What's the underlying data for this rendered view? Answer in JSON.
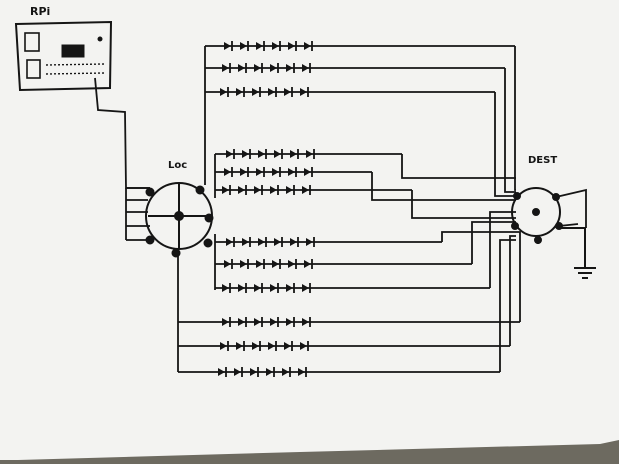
{
  "labels": {
    "rpi": "RPi",
    "loc": "Loc",
    "dest": "DEST"
  },
  "diode_rows": {
    "top_group": 3,
    "upper_middle_group": 3,
    "lower_middle_group": 3,
    "bottom_group": 3,
    "diodes_per_row": 6
  },
  "colors": {
    "paper": "#f3f3f1",
    "ink": "#151515",
    "table": "#6d6a60"
  },
  "icons": [
    "ground-icon",
    "rotary-switch-icon",
    "diode-icon",
    "raspberry-pi-board-icon"
  ]
}
